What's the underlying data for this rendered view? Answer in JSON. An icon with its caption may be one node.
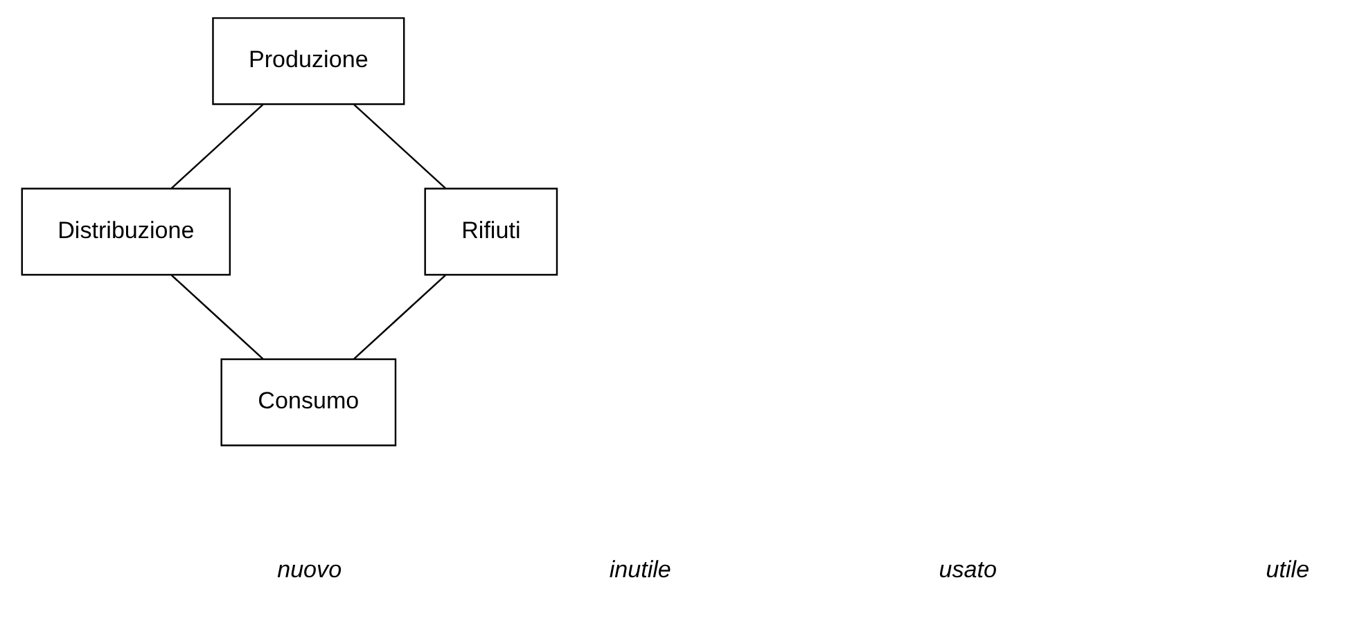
{
  "diagram": {
    "nodes": [
      {
        "text": [
          "Produzione"
        ]
      },
      {
        "text": [
          "Distribuzione"
        ]
      },
      {
        "text": [
          "Rifiuti"
        ]
      },
      {
        "text": [
          "Consumo"
        ]
      }
    ],
    "edges": [
      {
        "from": 0,
        "to": 2,
        "arrow": "none"
      },
      {
        "from": 2,
        "to": 3,
        "arrow": "none"
      },
      {
        "from": 3,
        "to": 1,
        "arrow": "none"
      },
      {
        "from": 1,
        "to": 0,
        "arrow": "none"
      }
    ],
    "labels": [
      "nuovo",
      "inutile",
      "usato",
      "utile"
    ]
  }
}
